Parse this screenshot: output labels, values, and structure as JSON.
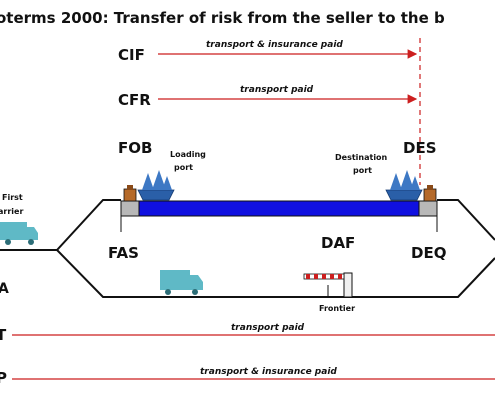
{
  "title": "oterms 2000: Transfer of risk from the seller to the b",
  "terms": {
    "cif": "CIF",
    "cfr": "CFR",
    "fob": "FOB",
    "des": "DES",
    "fas": "FAS",
    "daf": "DAF",
    "deq": "DEQ",
    "left_a": "A",
    "left_t": "T",
    "left_p": "P"
  },
  "arrow_labels": {
    "cif": "transport & insurance paid",
    "cfr": "transport paid",
    "bottom_t": "transport paid",
    "bottom_p": "transport & insurance paid"
  },
  "places": {
    "loading_line1": "Loading",
    "loading_line2": "port",
    "destination_line1": "Destination",
    "destination_line2": "port",
    "first_carrier_line1": "First",
    "first_carrier_line2": "arrier",
    "frontier": "Frontier"
  },
  "colors": {
    "arrow_red": "#cc1f1f",
    "sea_blue": "#1010e0",
    "truck_teal": "#5fb9c6",
    "ship_blue": "#2a5fa8",
    "quay_grey": "#b8b8b8",
    "outline": "#111111"
  },
  "icons": [
    "ship-icon",
    "truck-icon",
    "crate-icon",
    "barrier-icon"
  ]
}
